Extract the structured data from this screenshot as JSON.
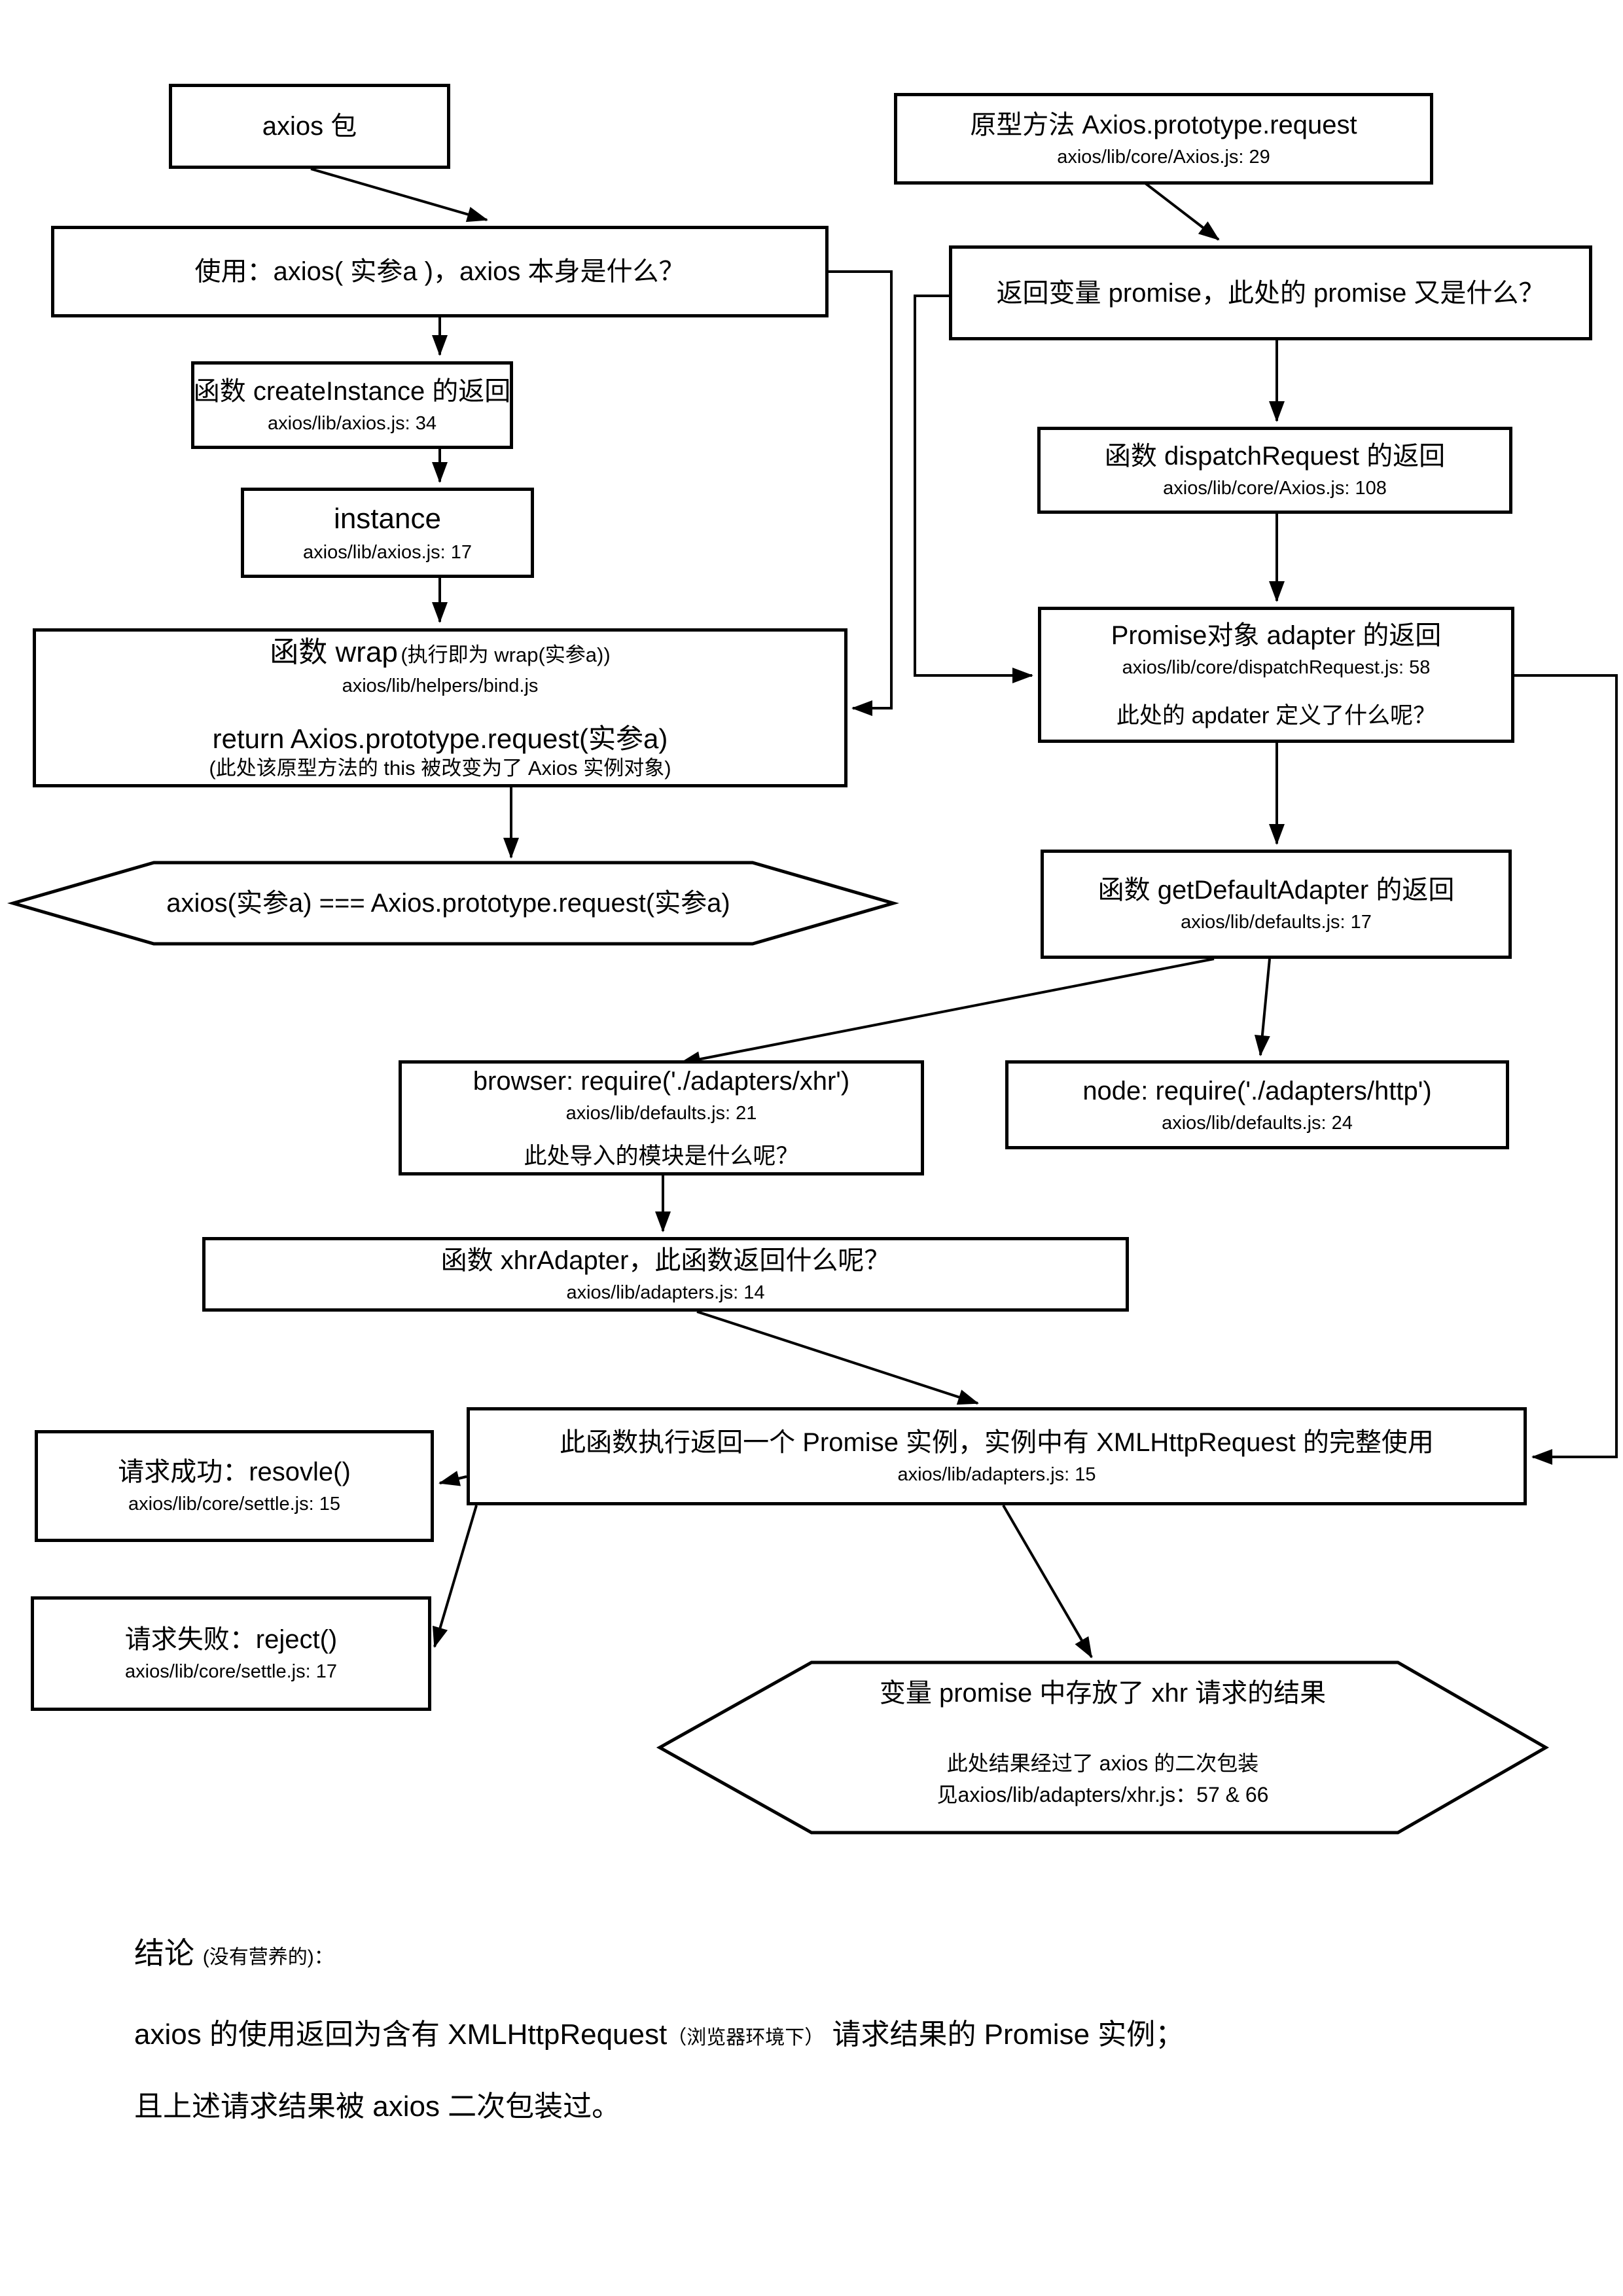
{
  "colors": {
    "line": "#000000",
    "box_bg": "#ffffff"
  },
  "nodes": {
    "axios_pkg": {
      "title": "axios 包"
    },
    "proto_request": {
      "title": "原型方法 Axios.prototype.request",
      "path": "axios/lib/core/Axios.js: 29"
    },
    "usage": {
      "title": "使用：axios( 实参a )，axios 本身是什么？"
    },
    "create_instance": {
      "title": "函数 createInstance 的返回",
      "path": "axios/lib/axios.js: 34"
    },
    "instance": {
      "title": "instance",
      "path": "axios/lib/axios.js: 17"
    },
    "wrap": {
      "title": "函数 wrap",
      "title_note": "(执行即为 wrap(实参a))",
      "path": "axios/lib/helpers/bind.js",
      "body": "return Axios.prototype.request(实参a)",
      "body_note": "(此处该原型方法的 this 被改变为了 Axios 实例对象)"
    },
    "hex_equals": {
      "title": "axios(实参a) === Axios.prototype.request(实参a)"
    },
    "return_promise": {
      "title": "返回变量 promise，此处的 promise 又是什么？"
    },
    "dispatch_request": {
      "title": "函数 dispatchRequest 的返回",
      "path": "axios/lib/core/Axios.js: 108"
    },
    "promise_adapter": {
      "title": "Promise对象 adapter 的返回",
      "path": "axios/lib/core/dispatchRequest.js: 58",
      "note": "此处的 apdater 定义了什么呢？"
    },
    "get_default_adapter": {
      "title": "函数 getDefaultAdapter 的返回",
      "path": "axios/lib/defaults.js: 17"
    },
    "browser_xhr": {
      "title": "browser:  require('./adapters/xhr')",
      "path": "axios/lib/defaults.js: 21",
      "note": "此处导入的模块是什么呢？"
    },
    "node_http": {
      "title": "node: require('./adapters/http')",
      "path": "axios/lib/defaults.js: 24"
    },
    "xhr_adapter": {
      "title": "函数 xhrAdapter，此函数返回什么呢？",
      "path": "axios/lib/adapters.js: 14"
    },
    "promise_instance": {
      "title": "此函数执行返回一个 Promise 实例，实例中有 XMLHttpRequest 的完整使用",
      "path": "axios/lib/adapters.js: 15"
    },
    "resolve": {
      "title": "请求成功：resovle()",
      "path": "axios/lib/core/settle.js: 15"
    },
    "reject": {
      "title": "请求失败：reject()",
      "path": "axios/lib/core/settle.js: 17"
    },
    "hex_result": {
      "title": "变量 promise 中存放了 xhr 请求的结果",
      "note1": "此处结果经过了 axios 的二次包装",
      "note2": "见axios/lib/adapters/xhr.js：57 & 66"
    }
  },
  "conclusion": {
    "heading": "结论 ",
    "heading_note": "(没有营养的)：",
    "line1_a": "axios 的使用返回为含有 XMLHttpRequest",
    "line1_b": "（浏览器环境下）",
    "line1_c": " 请求结果的 Promise 实例；",
    "line2": "且上述请求结果被 axios 二次包装过。"
  }
}
